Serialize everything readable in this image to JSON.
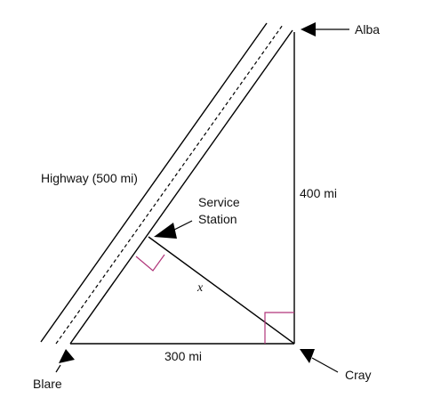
{
  "diagram": {
    "labels": {
      "alba": "Alba",
      "blare": "Blare",
      "cray": "Cray",
      "highway": "Highway (500 mi)",
      "service_line1": "Service",
      "service_line2": "Station",
      "side_vertical": "400 mi",
      "side_bottom": "300 mi",
      "unknown": "x"
    },
    "colors": {
      "line": "#000000",
      "right_angle_marker": "#b0357a",
      "background": "#ffffff"
    },
    "icons": [
      "arrow-alba-icon",
      "arrow-blare-icon",
      "arrow-cray-icon",
      "arrow-service-icon"
    ]
  }
}
